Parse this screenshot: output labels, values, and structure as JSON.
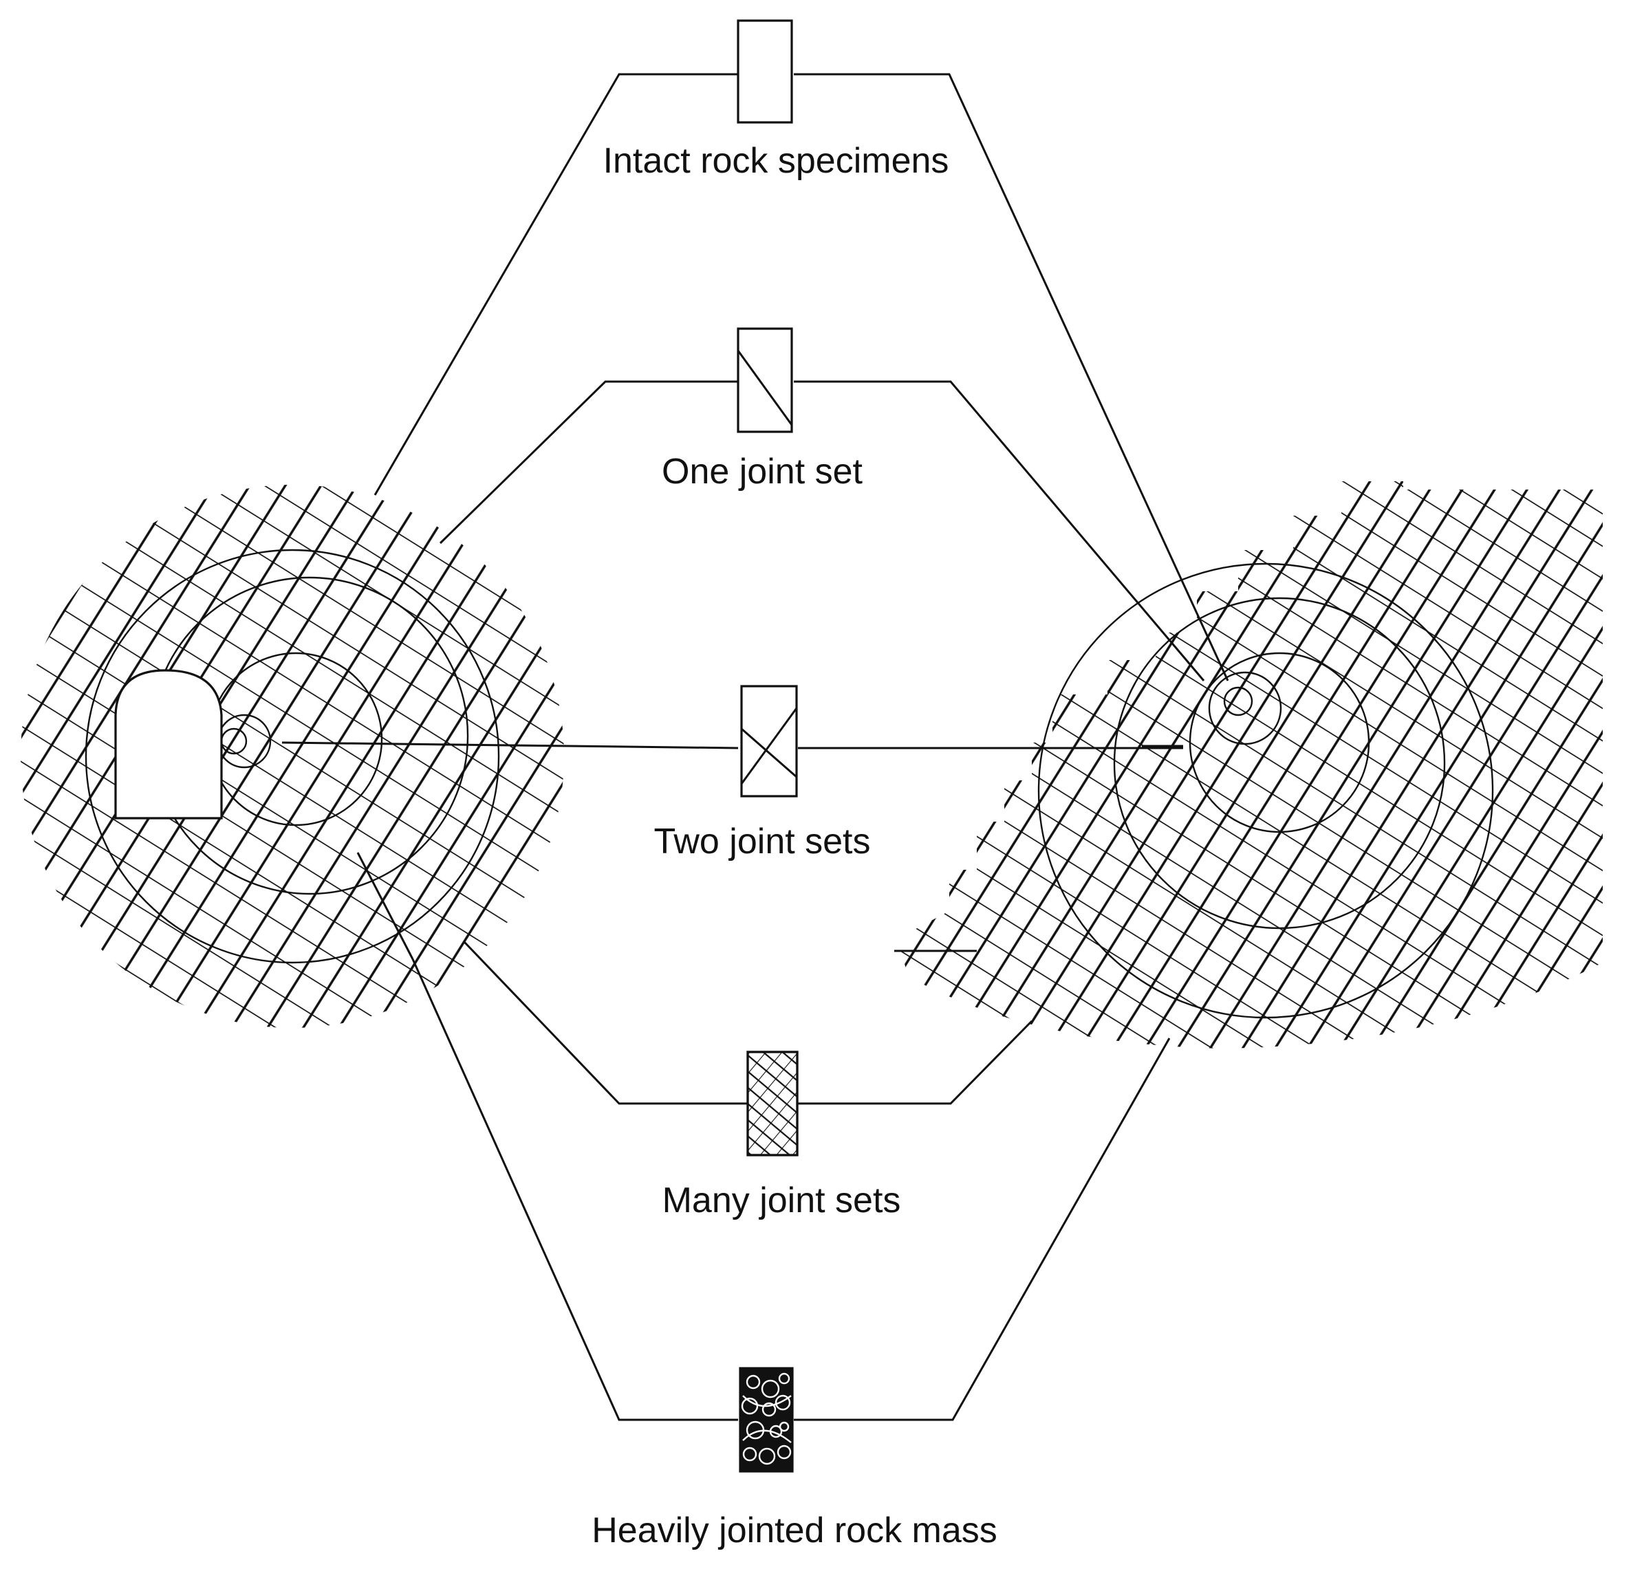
{
  "labels": {
    "intact": "Intact rock specimens",
    "one_joint": "One joint set",
    "two_joint": "Two joint sets",
    "many_joint": "Many joint sets",
    "heavily": "Heavily jointed rock mass"
  },
  "colors": {
    "ink": "#111111",
    "background": "#ffffff"
  }
}
